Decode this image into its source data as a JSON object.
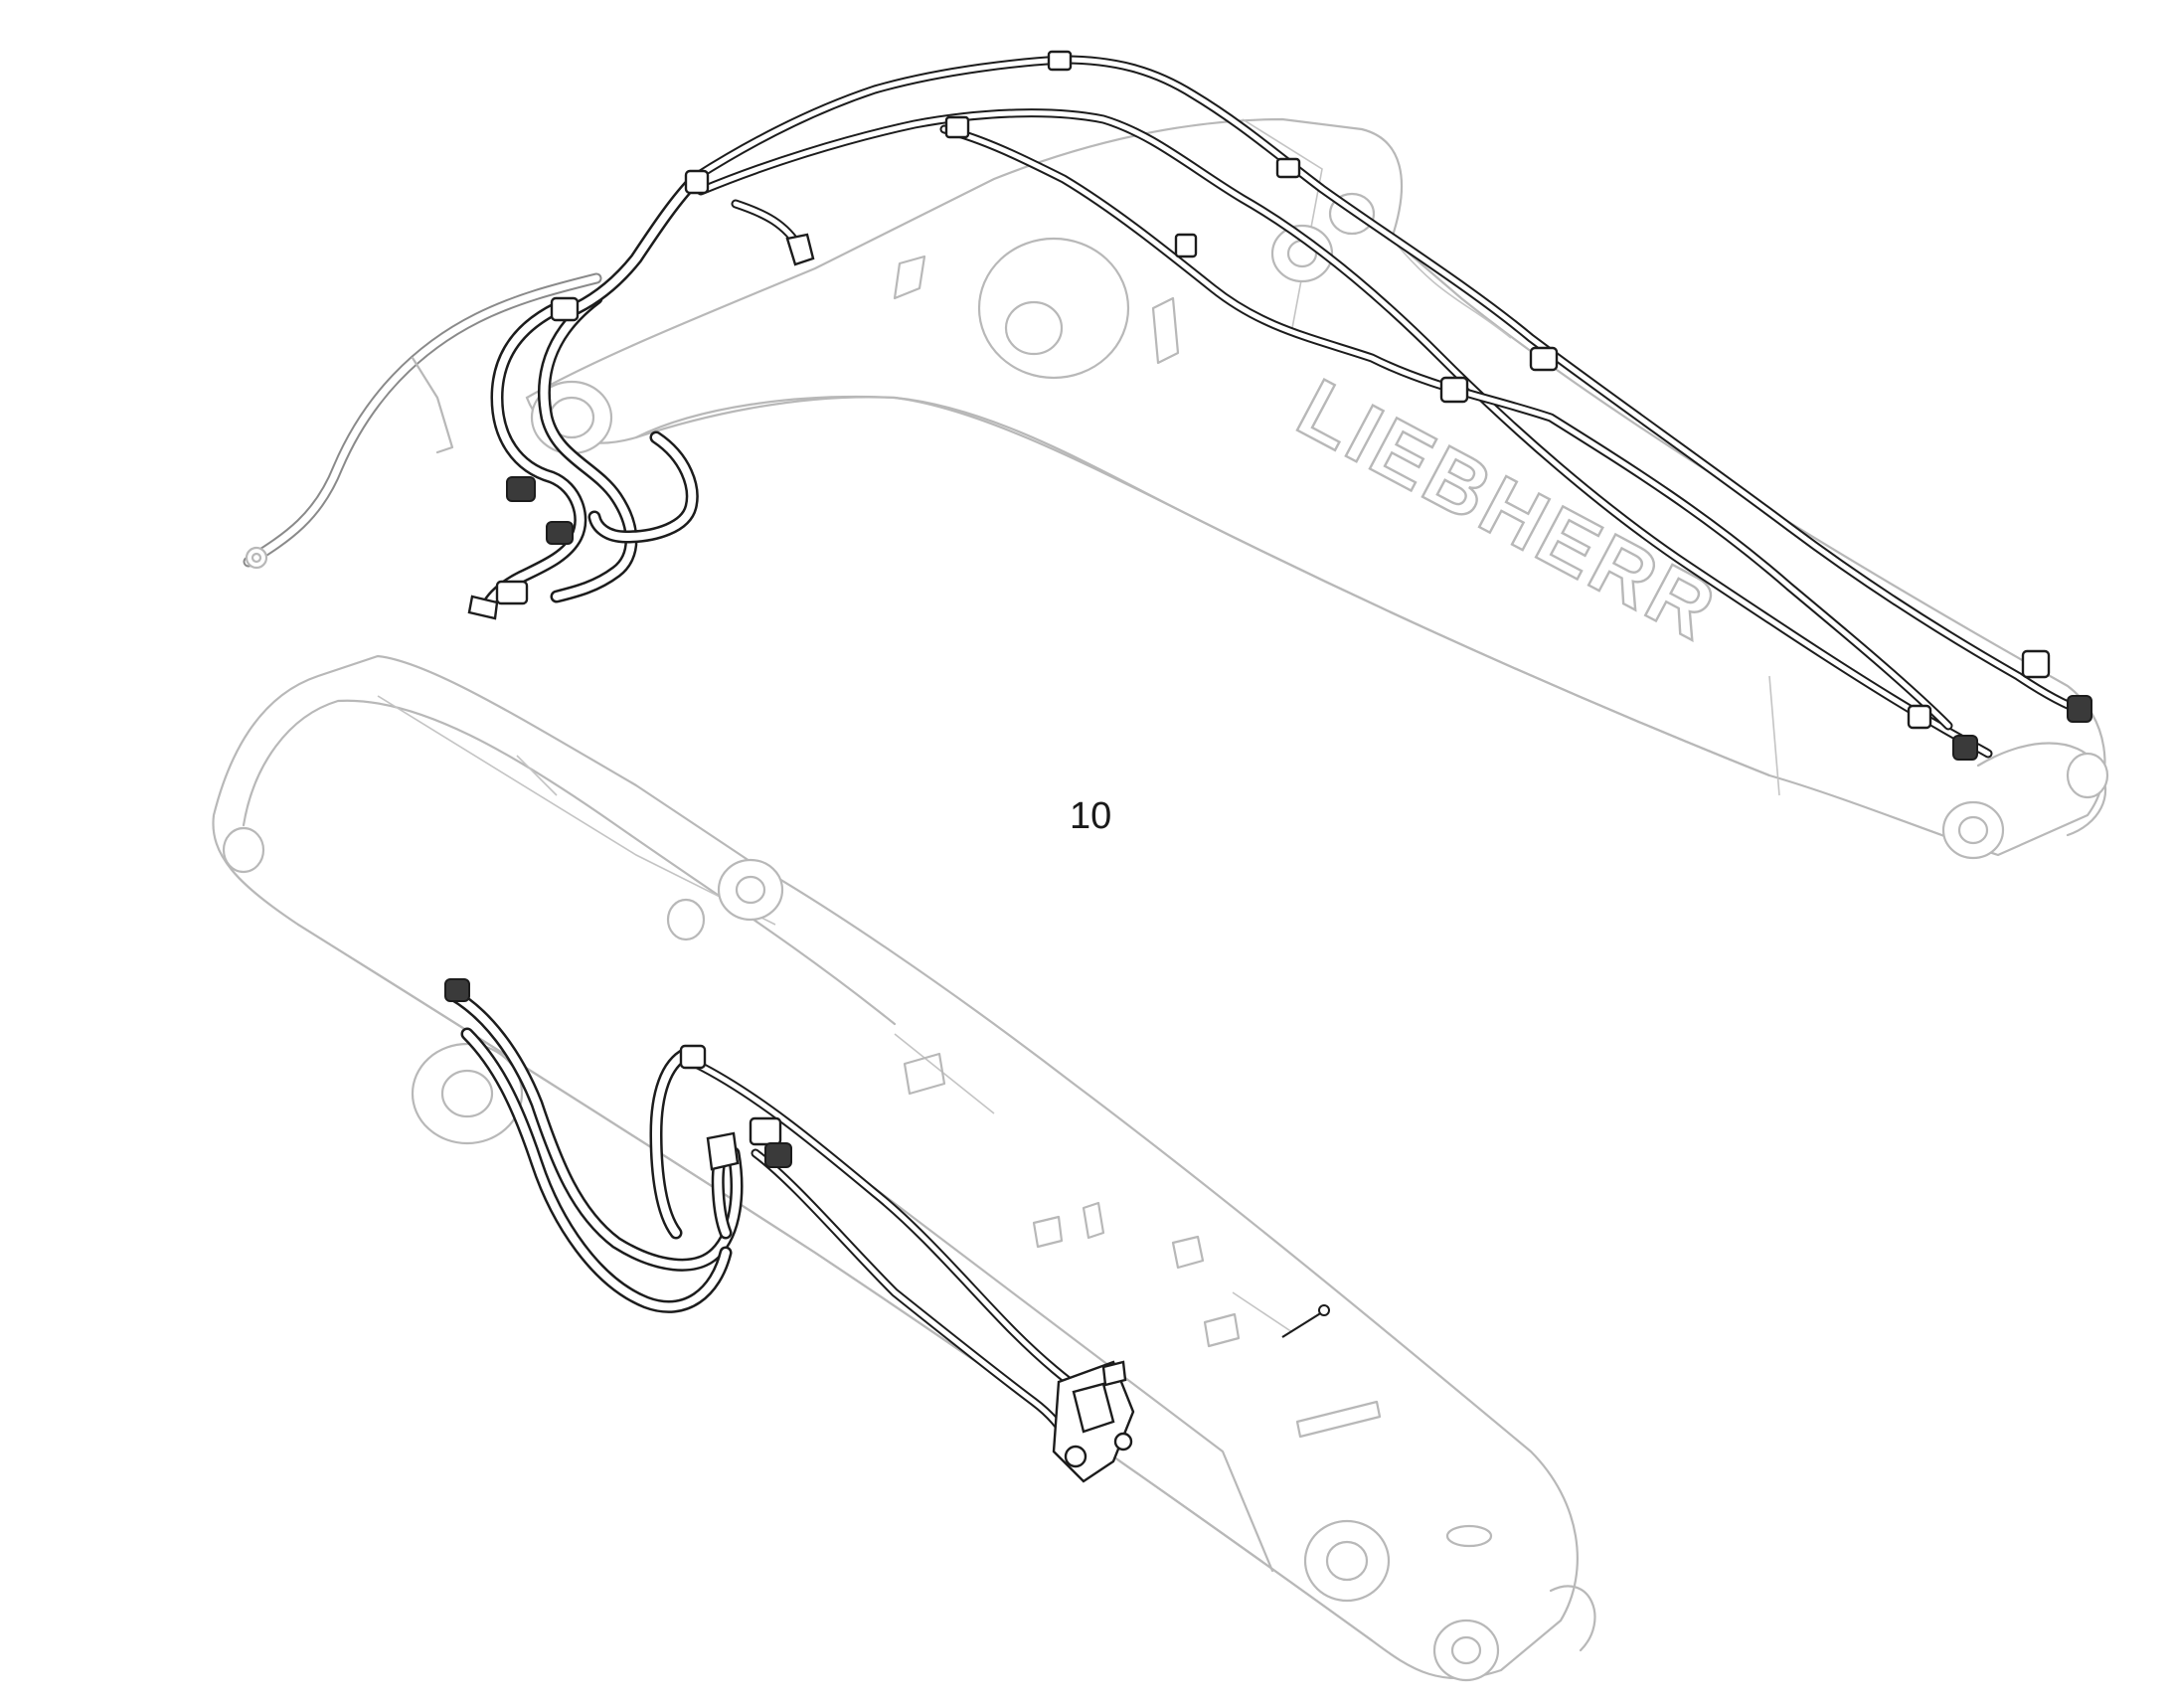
{
  "figure": {
    "reference_number": "10",
    "brand_lettering": "LIEBHERR"
  },
  "colors": {
    "background": "#ffffff",
    "ghost_outline": "#b8b8b8",
    "highlight_line": "#1c1c1c"
  },
  "icons": {
    "upper_assembly": "boom-hydraulic-lines-drawing",
    "lower_assembly": "stick-hydraulic-lines-drawing"
  }
}
